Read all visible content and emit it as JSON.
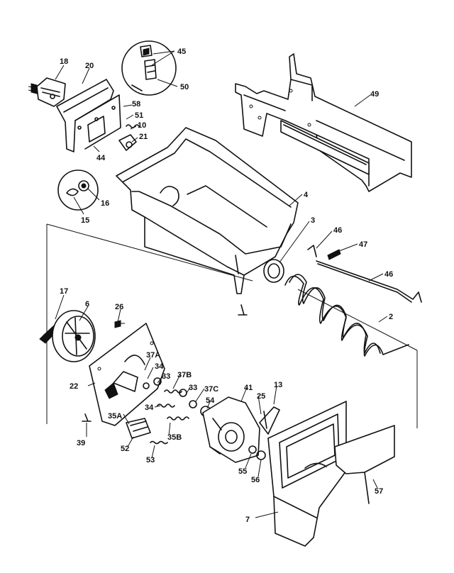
{
  "parts": {
    "p18a": "18",
    "p20": "20",
    "p45": "45",
    "p50": "50",
    "p49": "49",
    "p58": "58",
    "p51": "51",
    "p10": "10",
    "p21": "21",
    "p44": "44",
    "p16": "16",
    "p15": "15",
    "p4": "4",
    "p3": "3",
    "p46a": "46",
    "p47": "47",
    "p46b": "46",
    "p2": "2",
    "p17": "17",
    "p6": "6",
    "p26": "26",
    "p37a": "37A",
    "p34a": "34",
    "p33a": "33",
    "p37b": "37B",
    "p22": "22",
    "p33b": "33",
    "p37c": "37C",
    "p41": "41",
    "p25": "25",
    "p13": "13",
    "p34b": "34",
    "p35a": "35A",
    "p35b": "35B",
    "p54": "54",
    "p39": "39",
    "p52": "52",
    "p53": "53",
    "p55": "55",
    "p56": "56",
    "p57": "57",
    "p7": "7"
  }
}
